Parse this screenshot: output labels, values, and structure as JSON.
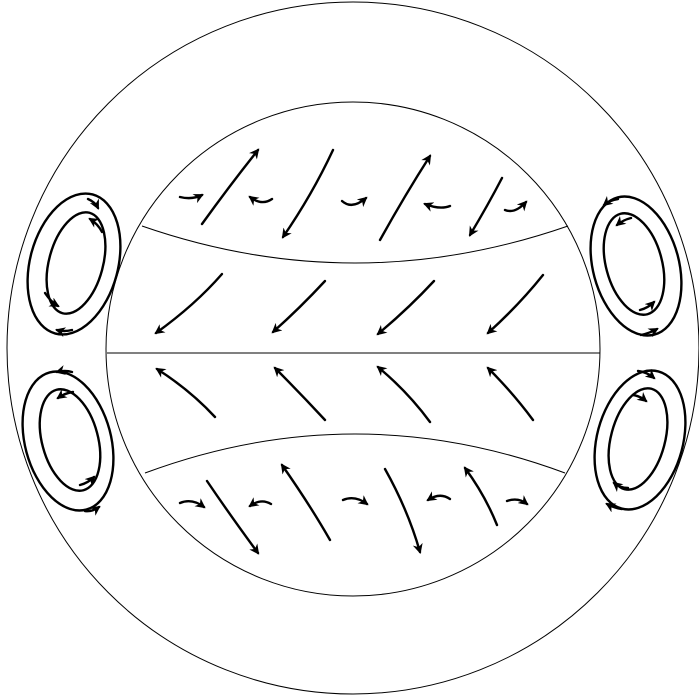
{
  "diagram": {
    "kind": "circulation-schematic",
    "line_color": "#000000",
    "background": "#ffffff",
    "zones": [
      "outer-ring",
      "north-cap",
      "north-band",
      "south-band",
      "south-cap"
    ],
    "vortex_pairs": [
      "left-upper",
      "left-lower",
      "right-upper",
      "right-lower"
    ]
  }
}
